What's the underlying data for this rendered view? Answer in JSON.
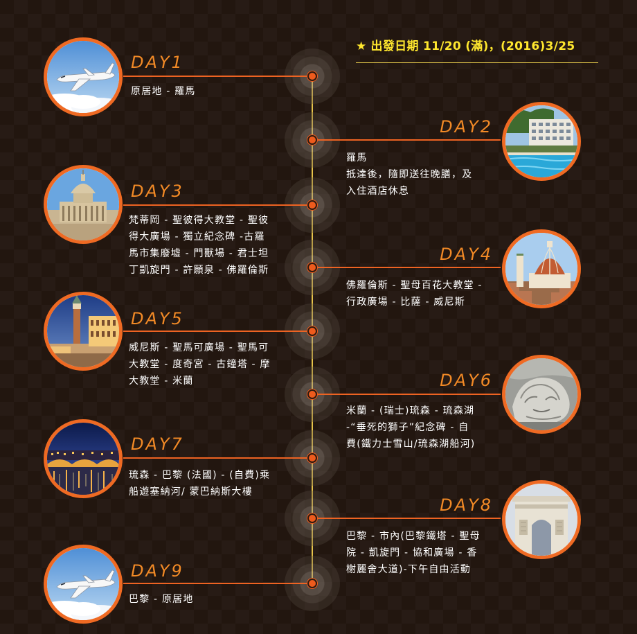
{
  "header": {
    "star": "★",
    "text": "出發日期 11/20 (滿)，(2016)3/25",
    "color": "#ffe72e"
  },
  "colors": {
    "accent": "#ef6a23",
    "day_label": "#f28a26",
    "timeline": "#e5c24a",
    "background": "#22160f"
  },
  "days": [
    {
      "label": "DAY1",
      "image": "airplane-sky-photo",
      "lines": [
        "原居地 - 羅馬"
      ]
    },
    {
      "label": "DAY2",
      "image": "hotel-pool-photo",
      "lines": [
        "羅馬",
        "抵達後，隨即送往晚膳，及",
        "入住酒店休息"
      ]
    },
    {
      "label": "DAY3",
      "image": "st-peters-basilica-photo",
      "lines": [
        "梵蒂岡 - 聖彼得大教堂 - 聖彼",
        "得大廣場 - 獨立紀念碑 -古羅",
        "馬市集廢墟 - 門獸場 - 君士坦",
        "丁凱旋門 - 許願泉 - 佛羅倫斯"
      ]
    },
    {
      "label": "DAY4",
      "image": "florence-duomo-photo",
      "lines": [
        "佛羅倫斯 - 聖母百花大教堂 -",
        "行政廣場 - 比薩 - 威尼斯"
      ]
    },
    {
      "label": "DAY5",
      "image": "venice-st-marks-photo",
      "lines": [
        "威尼斯 - 聖馬可廣場 - 聖馬可",
        "大教堂 - 度奇宮 - 古鐘塔 - 摩",
        "大教堂 - 米蘭"
      ]
    },
    {
      "label": "DAY6",
      "image": "lion-monument-photo",
      "lines": [
        "米蘭 - (瑞士)琉森 - 琉森湖",
        "-“垂死的獅子”紀念碑 - 自",
        "費(鐵力士雪山/琉森湖船河)"
      ]
    },
    {
      "label": "DAY7",
      "image": "paris-night-bridge-photo",
      "lines": [
        "琉森 - 巴黎 (法國) - (自費)乘",
        "船遊塞納河/ 蒙巴納斯大樓"
      ]
    },
    {
      "label": "DAY8",
      "image": "arc-de-triomphe-photo",
      "lines": [
        "巴黎 - 市內(巴黎鐵塔 - 聖母",
        "院 - 凱旋門 - 協和廣場 - 香",
        "榭麗舍大道)-下午自由活動"
      ]
    },
    {
      "label": "DAY9",
      "image": "airplane-sky-photo",
      "lines": [
        "巴黎 - 原居地"
      ]
    }
  ]
}
